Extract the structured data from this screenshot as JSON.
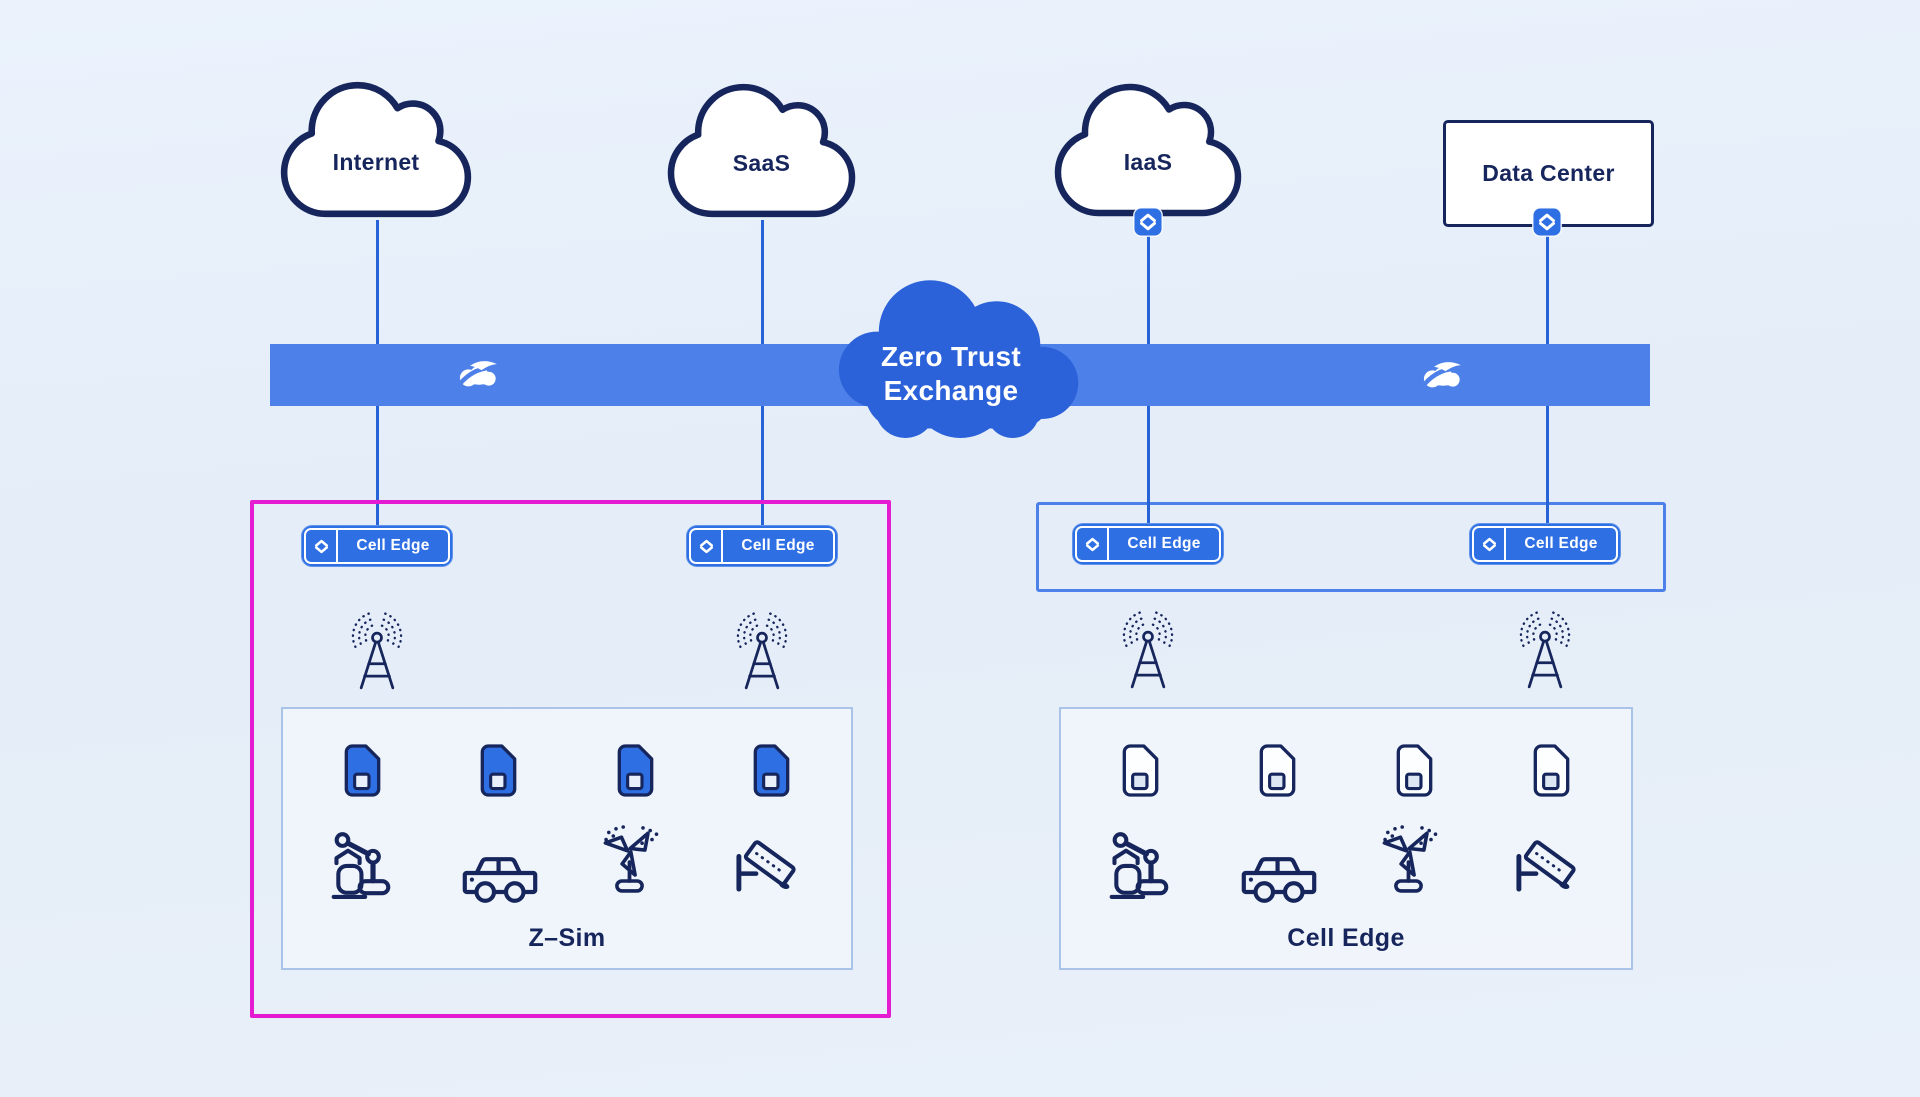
{
  "colors": {
    "navy": "#16265c",
    "blue_strong": "#2e6fe4",
    "bar_blue": "#4d80e8",
    "zte_blue": "#2b62da",
    "line_blue": "#2563d6",
    "magenta": "#e41bd1",
    "box_border": "#a9c4e8",
    "bg_light": "#eef3fa"
  },
  "clouds": {
    "internet": {
      "label": "Internet"
    },
    "saas": {
      "label": "SaaS"
    },
    "iaas": {
      "label": "IaaS"
    }
  },
  "datacenter": {
    "label": "Data Center"
  },
  "exchange": {
    "line1": "Zero Trust",
    "line2": "Exchange"
  },
  "left_group": {
    "badge1": {
      "label": "Cell Edge"
    },
    "badge2": {
      "label": "Cell Edge"
    },
    "label": "Z–Sim"
  },
  "right_group": {
    "badge1": {
      "label": "Cell Edge"
    },
    "badge2": {
      "label": "Cell Edge"
    },
    "label": "Cell Edge"
  },
  "icons": {
    "connector": "app-connector-chevrons",
    "tower": "cell-tower",
    "sim": "sim-card",
    "devices": [
      "robot-arm",
      "connected-car",
      "smart-sprinkler",
      "cctv-camera"
    ],
    "logo": "zscaler-cloud-logo"
  }
}
